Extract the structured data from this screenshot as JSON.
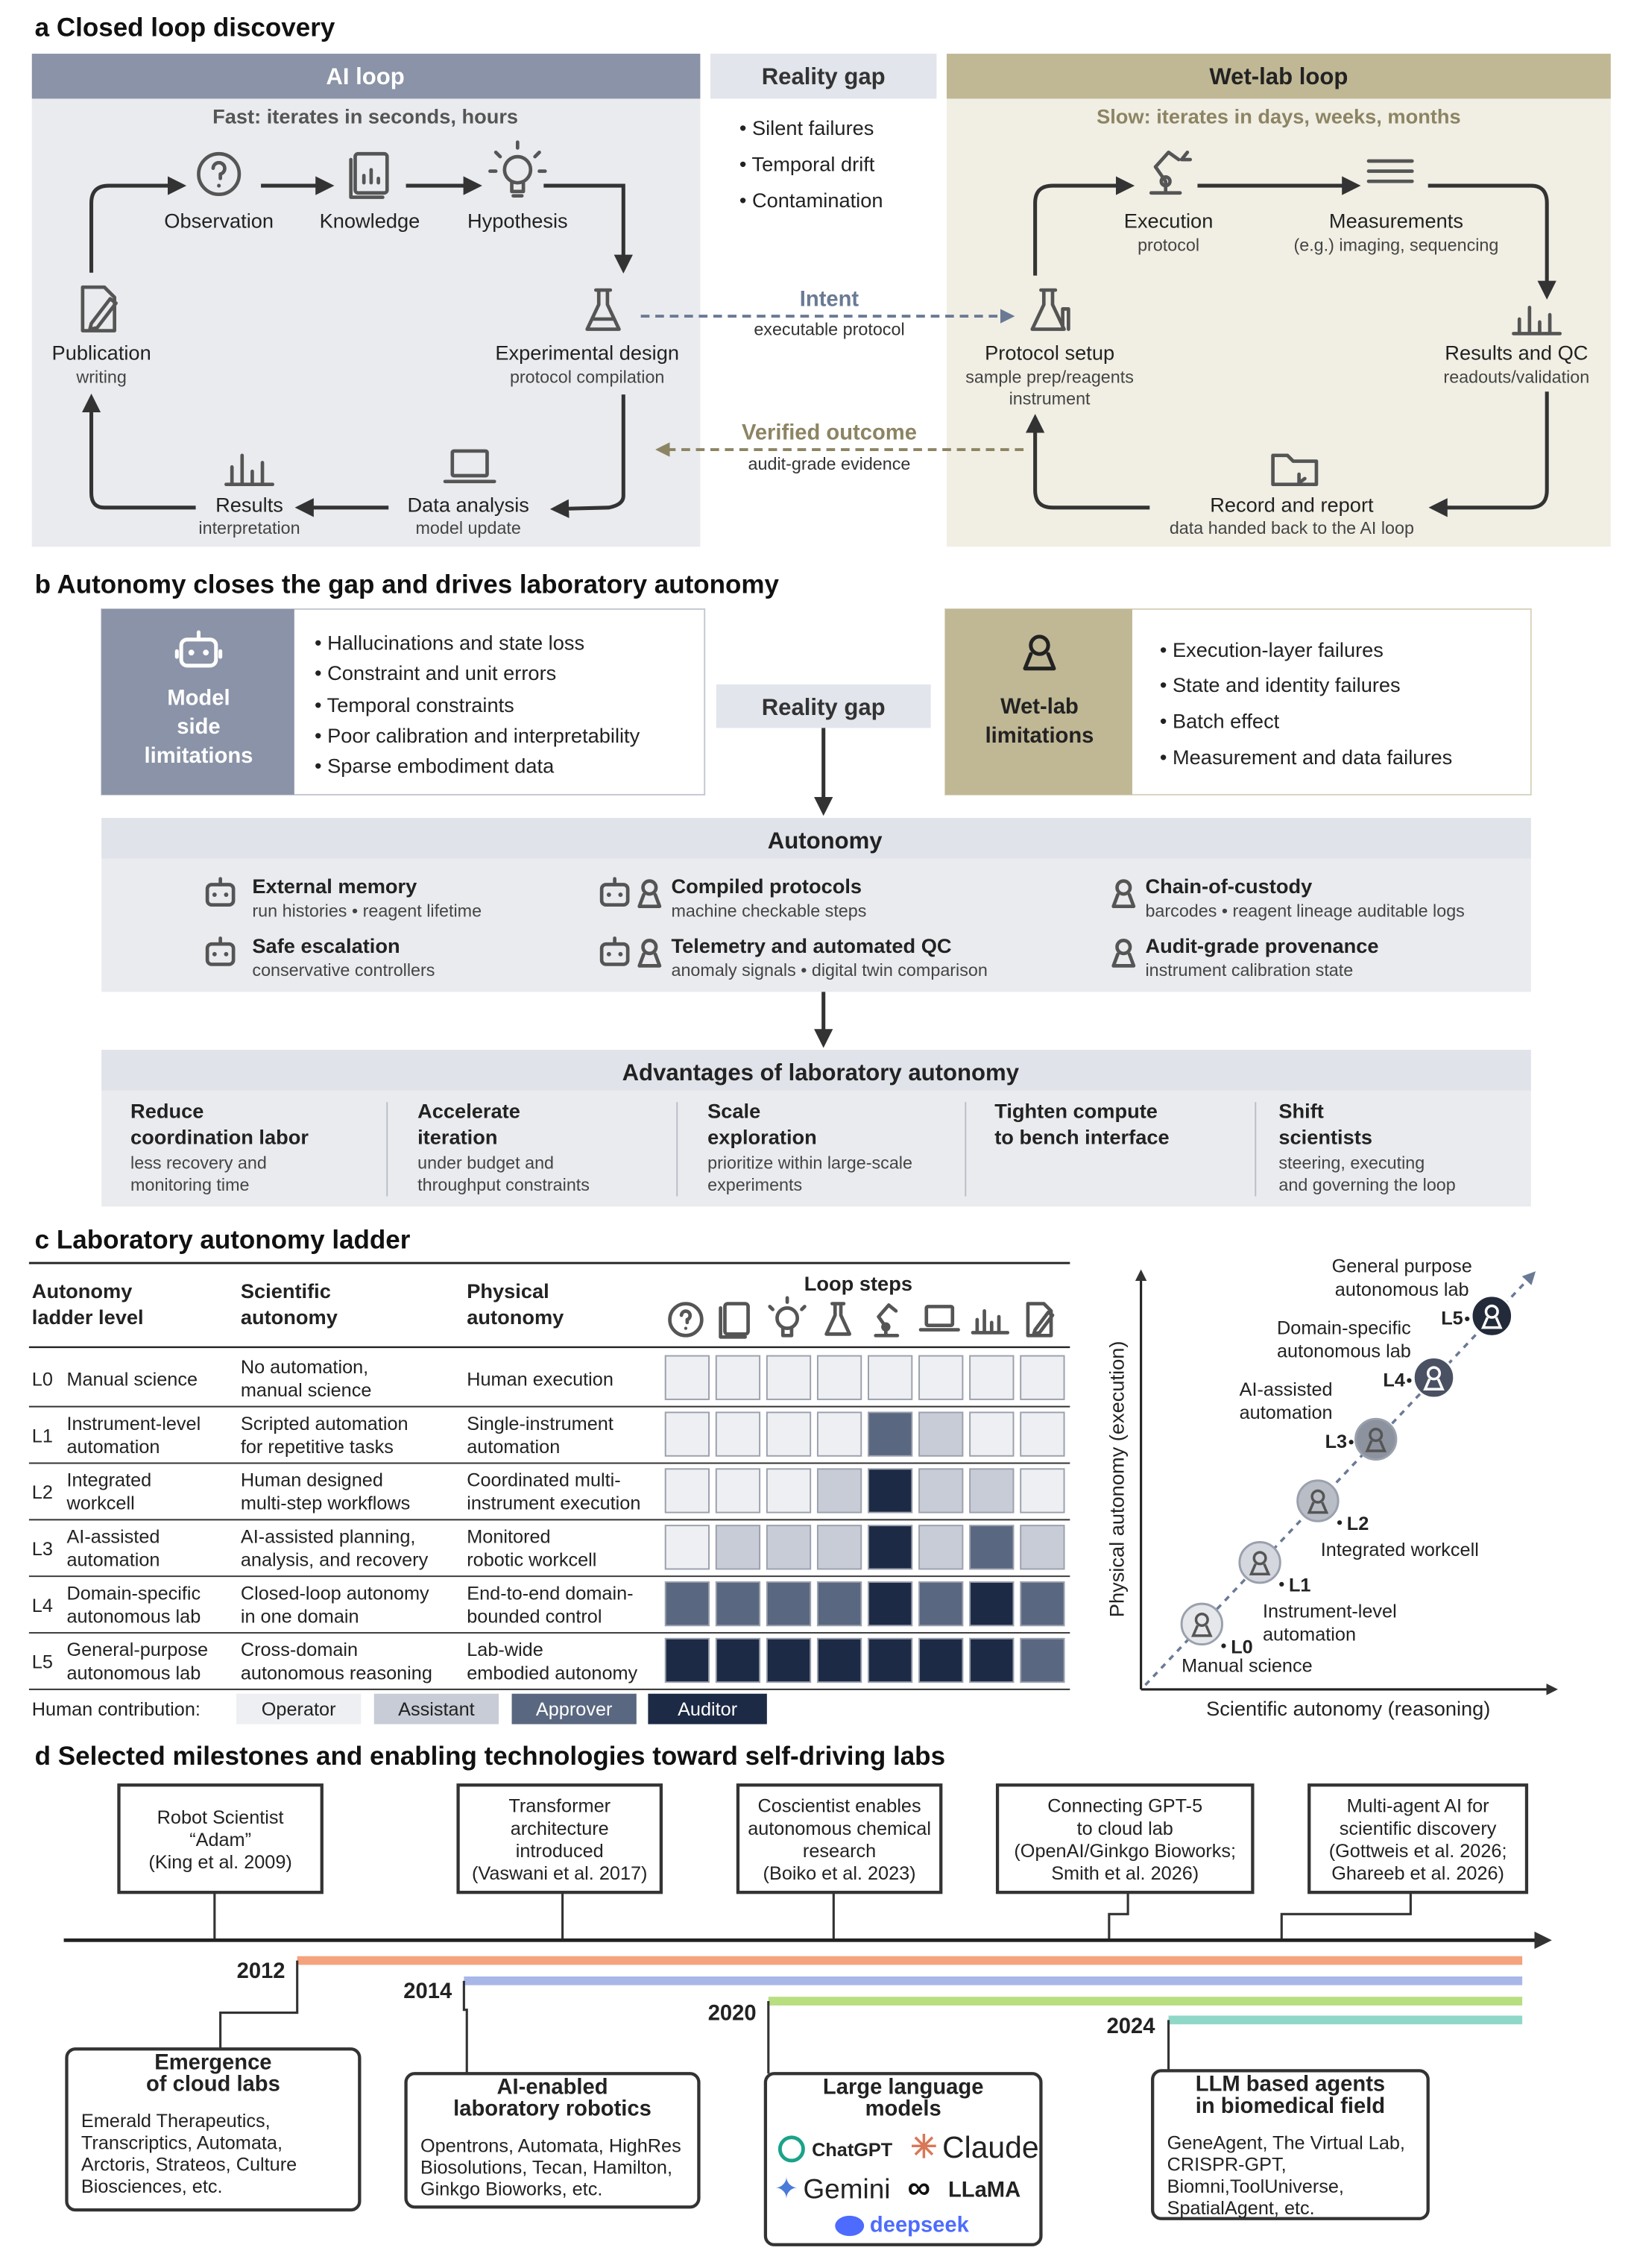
{
  "a": {
    "header": "a  Closed loop discovery",
    "ai_loop": {
      "title": "AI loop",
      "subtitle": "Fast: iterates in seconds, hours"
    },
    "reality_gap": {
      "title": "Reality gap",
      "items": [
        "• Silent failures",
        "• Temporal drift",
        "• Contamination"
      ]
    },
    "wet_loop": {
      "title": "Wet-lab loop",
      "subtitle": "Slow: iterates in days, weeks, months"
    },
    "ai_nodes": {
      "observation": "Observation",
      "knowledge": "Knowledge",
      "hypothesis": "Hypothesis",
      "design": {
        "label": "Experimental design",
        "sub": "protocol compilation"
      },
      "analysis": {
        "label": "Data analysis",
        "sub": "model update"
      },
      "results": {
        "label": "Results",
        "sub": "interpretation"
      },
      "publication": {
        "label": "Publication",
        "sub": "writing"
      }
    },
    "wet_nodes": {
      "execution": {
        "label": "Execution",
        "sub": "protocol"
      },
      "measurements": {
        "label": "Measurements",
        "sub": "(e.g.) imaging, sequencing"
      },
      "protocol_setup": {
        "label": "Protocol setup",
        "sub": "sample prep/reagents",
        "sub2": "instrument"
      },
      "results_qc": {
        "label": "Results and QC",
        "sub": "readouts/validation"
      },
      "record": {
        "label": "Record and report",
        "sub": "data handed back to the AI loop"
      }
    },
    "intent": {
      "label": "Intent",
      "sub": "executable protocol"
    },
    "verified": {
      "label": "Verified outcome",
      "sub": "audit-grade evidence"
    },
    "colors": {
      "ai_bg": "#eaebee",
      "ai_header": "#8a93a7",
      "wet_bg": "#f1efe4",
      "wet_header": "#c0b795",
      "gap_header": "#e2e5eb",
      "intent": "#6a7a95",
      "verified": "#8c8463"
    }
  },
  "b": {
    "header": "b  Autonomy closes the gap and drives laboratory autonomy",
    "model_side": {
      "title_lines": [
        "Model",
        "side",
        "limitations"
      ],
      "items": [
        "• Hallucinations and state loss",
        "• Constraint and unit errors",
        "• Temporal constraints",
        "• Poor calibration and interpretability",
        "• Sparse embodiment data"
      ]
    },
    "reality_gap": "Reality gap",
    "wet_lab": {
      "title_lines": [
        "Wet-lab",
        "limitations"
      ],
      "items": [
        "• Execution-layer failures",
        "• State and identity failures",
        "• Batch effect",
        "• Measurement and data failures"
      ]
    },
    "autonomy": {
      "title": "Autonomy",
      "items": [
        {
          "title": "External memory",
          "sub": "run histories • reagent lifetime",
          "icons": "robot"
        },
        {
          "title": "Safe escalation",
          "sub": "conservative controllers",
          "icons": "robot"
        },
        {
          "title": "Compiled protocols",
          "sub": "machine checkable steps",
          "icons": "robot+person"
        },
        {
          "title": "Telemetry and automated QC",
          "sub": "anomaly signals • digital twin comparison",
          "icons": "robot+person"
        },
        {
          "title": "Chain-of-custody",
          "sub": "barcodes • reagent lineage auditable logs",
          "icons": "person"
        },
        {
          "title": "Audit-grade provenance",
          "sub": "instrument calibration state",
          "icons": "person"
        }
      ]
    },
    "advantages": {
      "title": "Advantages of laboratory autonomy",
      "items": [
        {
          "title_lines": [
            "Reduce",
            "coordination labor"
          ],
          "sub_lines": [
            "less recovery and",
            "monitoring time"
          ]
        },
        {
          "title_lines": [
            "Accelerate",
            "iteration"
          ],
          "sub_lines": [
            "under budget and",
            "throughput constraints"
          ]
        },
        {
          "title_lines": [
            "Scale",
            "exploration"
          ],
          "sub_lines": [
            "prioritize within large-scale",
            "experiments"
          ]
        },
        {
          "title_lines": [
            "Tighten compute",
            "to bench interface"
          ],
          "sub_lines": []
        },
        {
          "title_lines": [
            "Shift",
            "scientists"
          ],
          "sub_lines": [
            "steering, executing",
            "and governing the loop"
          ]
        }
      ]
    },
    "colors": {
      "model_box": "#8a93a7",
      "wet_box": "#c0b795",
      "panel": "#eaebee",
      "panel_header": "#e0e3e9"
    }
  },
  "c": {
    "header": "c  Laboratory autonomy ladder",
    "columns": {
      "level": [
        "Autonomy",
        "ladder level"
      ],
      "scientific": [
        "Scientific",
        "autonomy"
      ],
      "physical": [
        "Physical",
        "autonomy"
      ],
      "loop_steps": "Loop steps"
    },
    "levels": [
      {
        "id": "L0",
        "name": [
          "Manual science"
        ],
        "scientific": [
          "No automation,",
          "manual science"
        ],
        "physical": [
          "Human execution"
        ],
        "cells": [
          0,
          0,
          0,
          0,
          0,
          0,
          0,
          0
        ]
      },
      {
        "id": "L1",
        "name": [
          "Instrument-level",
          "automation"
        ],
        "scientific": [
          "Scripted automation",
          "for repetitive tasks"
        ],
        "physical": [
          "Single-instrument",
          "automation"
        ],
        "cells": [
          0,
          0,
          0,
          0,
          2,
          1,
          0,
          0
        ]
      },
      {
        "id": "L2",
        "name": [
          "Integrated",
          "workcell"
        ],
        "scientific": [
          "Human designed",
          "multi-step workflows"
        ],
        "physical": [
          "Coordinated multi-",
          "instrument execution"
        ],
        "cells": [
          0,
          0,
          0,
          1,
          3,
          1,
          1,
          0
        ]
      },
      {
        "id": "L3",
        "name": [
          "AI-assisted",
          "automation"
        ],
        "scientific": [
          "AI-assisted planning,",
          "analysis, and recovery"
        ],
        "physical": [
          "Monitored",
          "robotic workcell"
        ],
        "cells": [
          0,
          1,
          1,
          1,
          3,
          1,
          2,
          1
        ]
      },
      {
        "id": "L4",
        "name": [
          "Domain-specific",
          "autonomous lab"
        ],
        "scientific": [
          "Closed-loop autonomy",
          "in one domain"
        ],
        "physical": [
          "End-to-end domain-",
          "bounded control"
        ],
        "cells": [
          2,
          2,
          2,
          2,
          3,
          2,
          3,
          2
        ]
      },
      {
        "id": "L5",
        "name": [
          "General-purpose",
          "autonomous lab"
        ],
        "scientific": [
          "Cross-domain",
          "autonomous reasoning"
        ],
        "physical": [
          "Lab-wide",
          "embodied autonomy"
        ],
        "cells": [
          3,
          3,
          3,
          3,
          3,
          3,
          3,
          2
        ]
      }
    ],
    "legend": {
      "label": "Human contribution:",
      "items": [
        "Operator",
        "Assistant",
        "Approver",
        "Auditor"
      ]
    },
    "shades": [
      "#eeeff2",
      "#c8ccd6",
      "#5a6780",
      "#1c2a45"
    ],
    "step_icons": [
      "question-icon",
      "knowledge-icon",
      "bulb-icon",
      "flask-icon",
      "robot-arm-icon",
      "laptop-icon",
      "bar-chart-icon",
      "pen-doc-icon"
    ],
    "plot": {
      "y_label": "Physical autonomy (execution)",
      "x_label": "Scientific autonomy (reasoning)",
      "points": [
        {
          "level": "L0",
          "labels": [
            "Manual science"
          ],
          "value": 0,
          "shade": 0
        },
        {
          "level": "L1",
          "labels": [
            "Instrument-level",
            "automation"
          ],
          "value": 1,
          "shade": 0
        },
        {
          "level": "L2",
          "labels": [
            "Integrated workcell"
          ],
          "value": 2,
          "shade": 1
        },
        {
          "level": "L3",
          "labels": [
            "AI-assisted",
            "automation"
          ],
          "value": 3,
          "shade": 2
        },
        {
          "level": "L4",
          "labels": [
            "Domain-specific",
            "autonomous lab"
          ],
          "value": 4,
          "shade": 2
        },
        {
          "level": "L5",
          "labels": [
            "General purpose",
            "autonomous lab"
          ],
          "value": 5,
          "shade": 3
        }
      ],
      "point_colors": [
        "#e6e7ea",
        "#d4d7dd",
        "#b9bdc6",
        "#8c929e",
        "#4a5162",
        "#232a3a"
      ]
    }
  },
  "d": {
    "header": "d  Selected milestones and enabling technologies toward self-driving labs",
    "milestones": [
      {
        "lines": [
          "Robot Scientist",
          "“Adam”",
          "(King et al. 2009)"
        ]
      },
      {
        "lines": [
          "Transformer",
          "architecture",
          "introduced",
          "(Vaswani et al. 2017)"
        ]
      },
      {
        "lines": [
          "Coscientist enables",
          "autonomous chemical",
          "research",
          "(Boiko et al. 2023)"
        ]
      },
      {
        "lines": [
          "Connecting GPT-5",
          "to cloud lab",
          "(OpenAI/Ginkgo Bioworks;",
          "Smith et al. 2026)"
        ]
      },
      {
        "lines": [
          "Multi-agent AI for",
          "scientific discovery",
          "(Gottweis et al. 2026;",
          "Ghareeb et al. 2026)"
        ]
      }
    ],
    "bars": [
      {
        "year": "2012",
        "color": "#f4a37c"
      },
      {
        "year": "2014",
        "color": "#a9b7e8"
      },
      {
        "year": "2020",
        "color": "#b8de80"
      },
      {
        "year": "2024",
        "color": "#8fd8c8"
      }
    ],
    "tech": [
      {
        "title_lines": [
          "Emergence",
          "of cloud labs"
        ],
        "body_lines": [
          "Emerald Therapeutics,",
          "Transcriptics, Automata,",
          "Arctoris, Strateos, Culture",
          "Biosciences, etc."
        ]
      },
      {
        "title_lines": [
          "AI-enabled",
          "laboratory robotics"
        ],
        "body_lines": [
          "Opentrons, Automata, HighRes",
          "Biosolutions, Tecan, Hamilton,",
          "Ginkgo Bioworks, etc."
        ]
      },
      {
        "title_lines": [
          "Large language",
          "models"
        ],
        "logos": [
          "ChatGPT",
          "Claude",
          "Gemini",
          "LLaMA",
          "deepseek"
        ]
      },
      {
        "title_lines": [
          "LLM based agents",
          "in biomedical field"
        ],
        "body_lines": [
          "GeneAgent, The Virtual Lab,",
          "CRISPR-GPT,",
          "Biomni,ToolUniverse,",
          "SpatialAgent, etc."
        ]
      }
    ]
  }
}
